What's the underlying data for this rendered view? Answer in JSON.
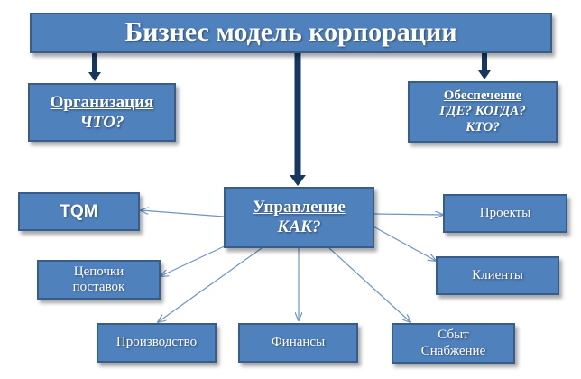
{
  "diagram": {
    "title": "Бизнес модель корпорации",
    "organization": {
      "heading": "Организация",
      "question": "ЧТО?"
    },
    "provision": {
      "heading": "Обеспечение",
      "question_line1": "ГДЕ? КОГДА?",
      "question_line2": "КТО?"
    },
    "management": {
      "heading": "Управление",
      "question": "КАК?"
    },
    "nodes": {
      "tqm": "TQM",
      "supply_chain_line1": "Цепочки",
      "supply_chain_line2": "поставок",
      "production": "Производство",
      "finance": "Финансы",
      "sales_line1": "Сбыт",
      "sales_line2": "Снабжение",
      "clients": "Клиенты",
      "projects": "Проекты"
    }
  },
  "colors": {
    "box_fill": "#4f81bd",
    "box_border": "#385d8a",
    "thick_arrow": "#17375e",
    "thin_arrow": "#6e94c4",
    "text": "#ffffff"
  }
}
